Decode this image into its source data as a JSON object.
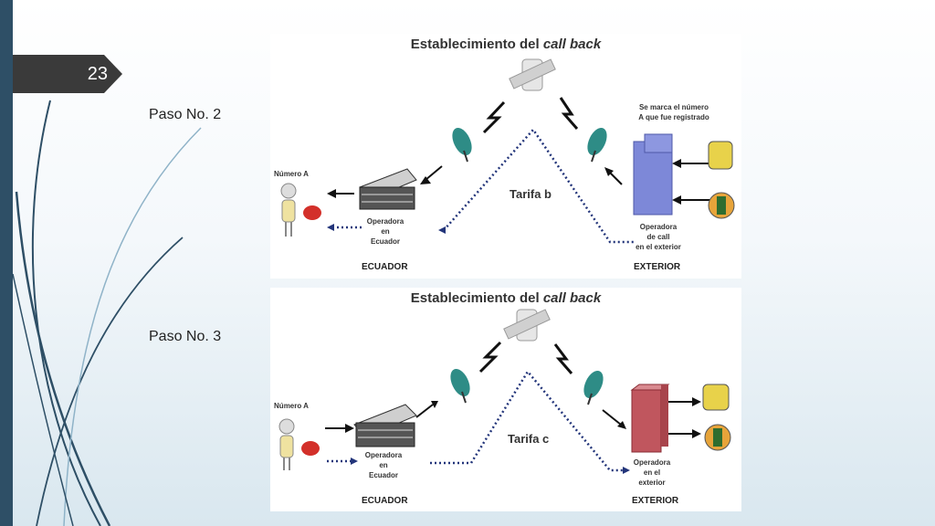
{
  "slide": {
    "number": "23"
  },
  "steps": [
    {
      "label": "Paso No. 2",
      "title_main": "Establecimiento del ",
      "title_italic": "call back",
      "numero": "Número A",
      "operadora_ecuador": [
        "Operadora",
        "en",
        "Ecuador"
      ],
      "operadora_exterior": [
        "Operadora",
        "de call",
        "en el exterior"
      ],
      "note": [
        "Se marca el número",
        "A que fue registrado"
      ],
      "tarifa": "Tarifa b",
      "region_left": "ECUADOR",
      "region_right": "EXTERIOR"
    },
    {
      "label": "Paso No. 3",
      "title_main": "Establecimiento del ",
      "title_italic": "call back",
      "numero": "Número A",
      "operadora_ecuador": [
        "Operadora",
        "en",
        "Ecuador"
      ],
      "operadora_exterior": [
        "Operadora",
        "en el",
        "exterior"
      ],
      "tarifa": "Tarifa c",
      "region_left": "ECUADOR",
      "region_right": "EXTERIOR"
    }
  ],
  "colors": {
    "sidebar": "#2e4f66",
    "tab": "#3a3a3a",
    "dish": "#2e8c86",
    "tower2": "#7d88d8",
    "tower3": "#c0565e"
  }
}
